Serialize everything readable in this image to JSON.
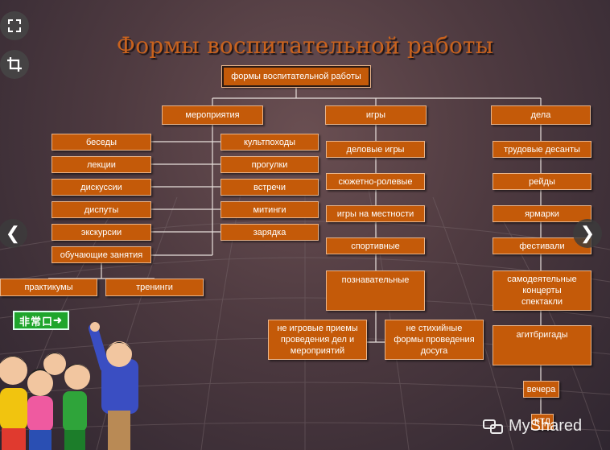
{
  "title": "Формы воспитательной работы",
  "root": "формы воспитательной работы",
  "columns": {
    "events": "мероприятия",
    "games": "игры",
    "deeds": "дела"
  },
  "events_left": [
    "беседы",
    "лекции",
    "дискуссии",
    "диспуты",
    "экскурсии",
    "обучающие занятия"
  ],
  "events_right": [
    "культпоходы",
    "прогулки",
    "встречи",
    "митинги",
    "зарядка"
  ],
  "training": [
    "практикумы",
    "тренинги"
  ],
  "games_items": [
    "деловые игры",
    "сюжетно-ролевые",
    "игры на местности",
    "спортивные",
    "познавательные"
  ],
  "cognitive_sub": [
    "не игровые приемы проведения дел и мероприятий",
    "не стихийные формы проведения досуга"
  ],
  "deeds_items": [
    "трудовые десанты",
    "рейды",
    "ярмарки",
    "фестивали",
    "самодеятельные концерты спектакли",
    "агитбригады",
    "вечера",
    "КТД"
  ],
  "exit_sign": "非常口",
  "watermark": "MyShared",
  "colors": {
    "box": "#c45a09",
    "title": "#c8621e",
    "background": "#4e3a40"
  }
}
